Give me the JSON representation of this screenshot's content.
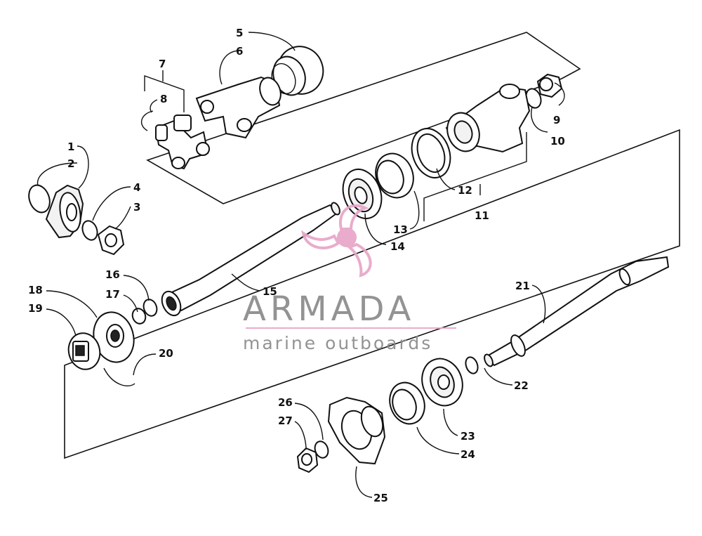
{
  "diagram": {
    "callouts": [
      {
        "id": "p1",
        "label": "1"
      },
      {
        "id": "p2",
        "label": "2"
      },
      {
        "id": "p3",
        "label": "3"
      },
      {
        "id": "p4",
        "label": "4"
      },
      {
        "id": "p5",
        "label": "5"
      },
      {
        "id": "p6",
        "label": "6"
      },
      {
        "id": "p7",
        "label": "7"
      },
      {
        "id": "p8",
        "label": "8"
      },
      {
        "id": "p9",
        "label": "9"
      },
      {
        "id": "p10",
        "label": "10"
      },
      {
        "id": "p11",
        "label": "11"
      },
      {
        "id": "p12",
        "label": "12"
      },
      {
        "id": "p13",
        "label": "13"
      },
      {
        "id": "p14",
        "label": "14"
      },
      {
        "id": "p15",
        "label": "15"
      },
      {
        "id": "p16",
        "label": "16"
      },
      {
        "id": "p17",
        "label": "17"
      },
      {
        "id": "p18",
        "label": "18"
      },
      {
        "id": "p19",
        "label": "19"
      },
      {
        "id": "p20",
        "label": "20"
      },
      {
        "id": "p21",
        "label": "21"
      },
      {
        "id": "p22",
        "label": "22"
      },
      {
        "id": "p23",
        "label": "23"
      },
      {
        "id": "p24",
        "label": "24"
      },
      {
        "id": "p25",
        "label": "25"
      },
      {
        "id": "p26",
        "label": "26"
      },
      {
        "id": "p27",
        "label": "27"
      }
    ]
  },
  "watermark": {
    "title": "ARMADA",
    "subtitle": "marine outboards",
    "logo_color": "#e8a6c8",
    "rule_color": "#e8a6c8"
  }
}
